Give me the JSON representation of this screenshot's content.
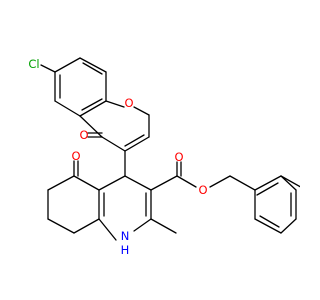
{
  "molecule": {
    "atoms": {
      "chlorine": {
        "label": "Cl",
        "color": "#00a000"
      },
      "ketone_oxygen_chromone": {
        "label": "O",
        "color": "#ff0000"
      },
      "ring_oxygen_chromone": {
        "label": "O",
        "color": "#ff0000"
      },
      "carbonyl_oxygen_ester": {
        "label": "O",
        "color": "#ff0000"
      },
      "ether_oxygen_ester": {
        "label": "O",
        "color": "#ff0000"
      },
      "ketone_oxygen_quinoline": {
        "label": "O",
        "color": "#ff0000"
      },
      "amine_nitrogen": {
        "label": "N",
        "color": "#0000ff"
      },
      "amine_hydrogen": {
        "label": "H",
        "color": "#0000ff"
      }
    },
    "bond_color": "#000000"
  }
}
